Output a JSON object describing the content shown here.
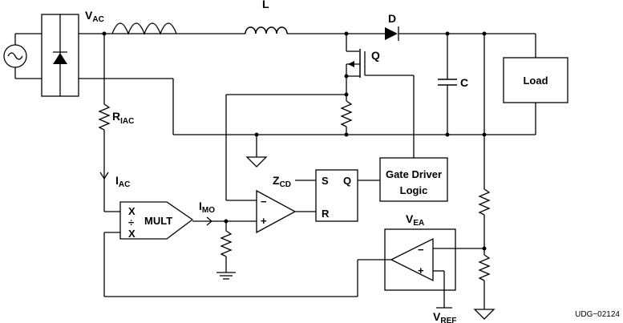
{
  "labels": {
    "vac_main": "V",
    "vac_sub": "AC",
    "inductor": "L",
    "diode": "D",
    "switch": "Q",
    "capacitor": "C",
    "load": "Load",
    "riac_main": "R",
    "riac_sub": "IAC",
    "iac_main": "I",
    "iac_sub": "AC",
    "zcd_main": "Z",
    "zcd_sub": "CD",
    "sr_s": "S",
    "sr_q": "Q",
    "sr_r": "R",
    "gate_line1": "Gate Driver",
    "gate_line2": "Logic",
    "mult_x1": "X",
    "mult_div": "÷",
    "mult_x2": "X",
    "mult_name": "MULT",
    "imo_main": "I",
    "imo_sub": "MO",
    "vea_main": "V",
    "vea_sub": "EA",
    "vref_main": "V",
    "vref_sub": "REF",
    "comp_minus": "−",
    "comp_plus": "+",
    "ea_minus": "−",
    "ea_plus": "+",
    "figure_id": "UDG−02124"
  }
}
